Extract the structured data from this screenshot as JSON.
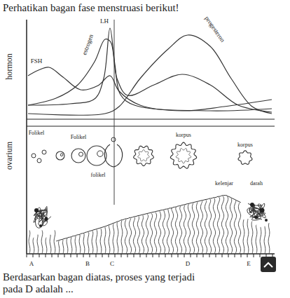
{
  "diagram": {
    "title": "Perhatikan bagan fase menstruasi berikut!",
    "caption": "Berdasarkan bagan diatas, proses yang terjadi pada D adalah ...",
    "labels": [
      "hormon",
      "ovarium",
      "FSH",
      "estrogen",
      "LH",
      "progesteron",
      "Folikel",
      "Folikel",
      "folikel",
      "korpus",
      "korpus",
      "kelenjar",
      "darah",
      "A",
      "B",
      "C",
      "D",
      "E"
    ]
  }
}
